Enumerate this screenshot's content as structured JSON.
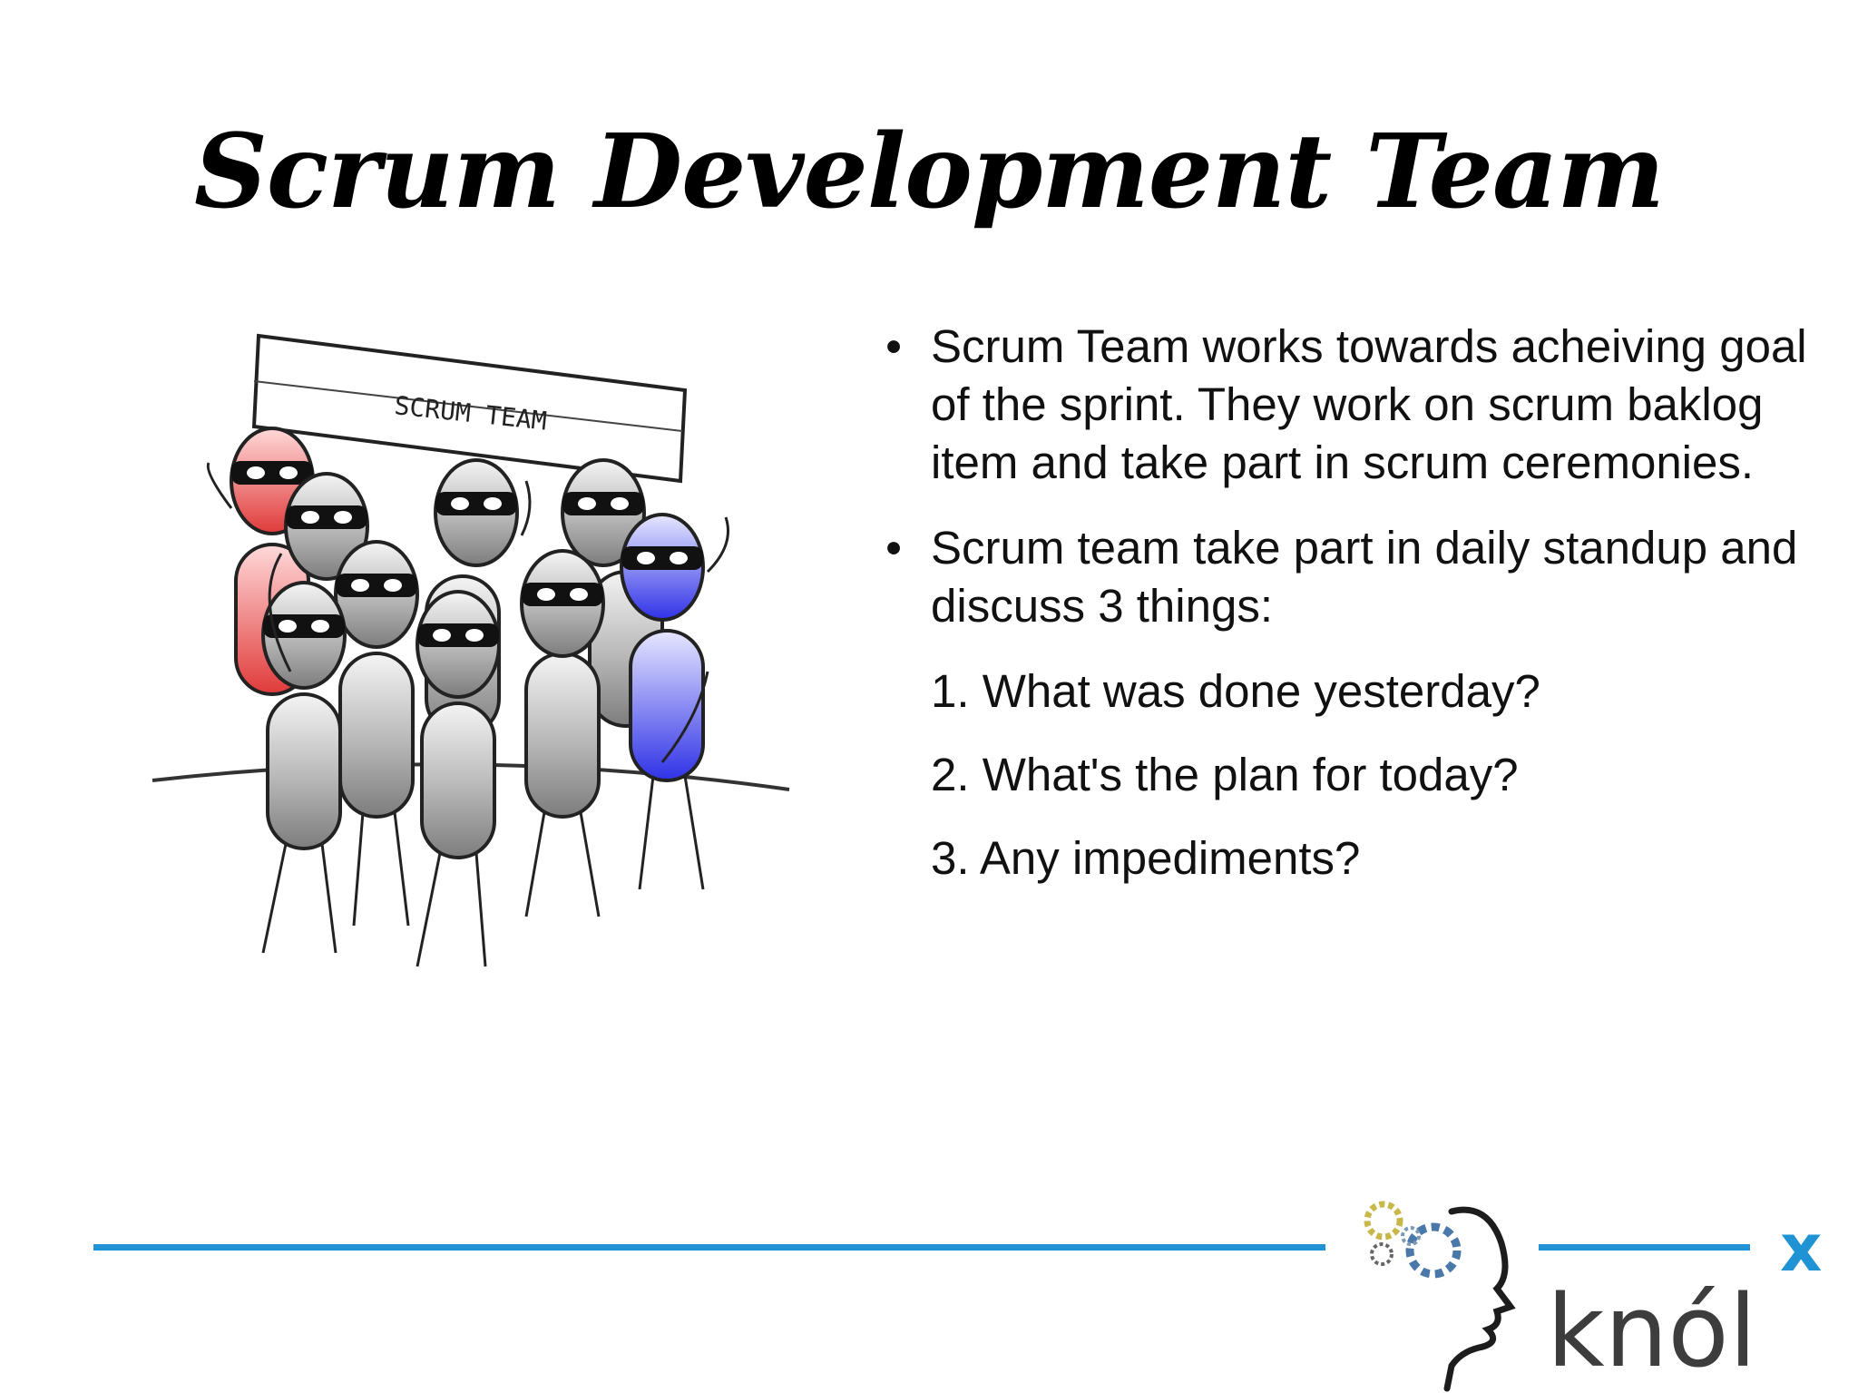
{
  "slide": {
    "title": "Scrum Development Team",
    "illustration": {
      "sign_text": "SCRUM TEAM",
      "icon": "scrum-team-illustration"
    },
    "bullets": [
      "Scrum Team works towards acheiving goal of the sprint. They work on scrum baklog item and take part in scrum ceremonies.",
      "Scrum team take part in daily standup and discuss 3 things:"
    ],
    "numbered_items": [
      "1. What was done yesterday?",
      "2. What's the plan for today?",
      "3. Any  impediments?"
    ]
  },
  "footer": {
    "logo_text": "knól",
    "logo_superscript": "x",
    "line_color": "#1f93d4"
  }
}
